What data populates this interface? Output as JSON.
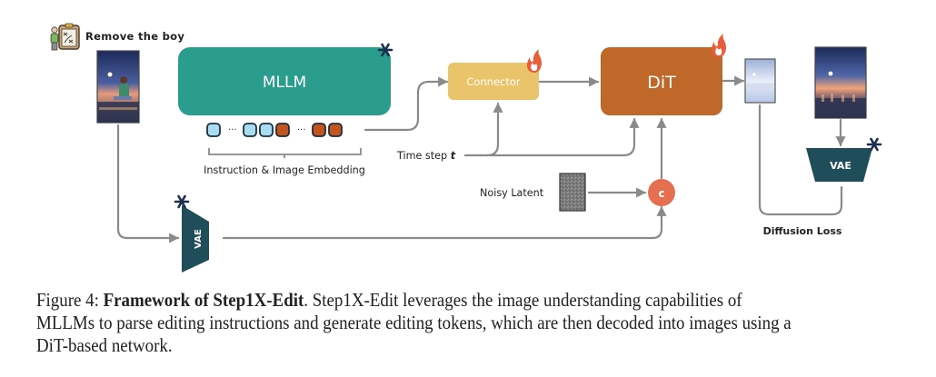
{
  "figure": {
    "instruction_text": "Remove the boy",
    "mllm_label": "MLLM",
    "connector_label": "Connector",
    "dit_label": "DiT",
    "vae_input_label": "VAE",
    "vae_target_label": "VAE",
    "concat_label": "c",
    "embedding_label": "Instruction & Image Embedding",
    "timestep_label": "Time step",
    "timestep_var": "t",
    "noisy_latent_label": "Noisy Latent",
    "diffusion_loss_label": "Diffusion Loss",
    "embedding_tokens": [
      "instruction",
      "ellipsis",
      "instruction",
      "instruction",
      "image",
      "ellipsis",
      "image",
      "image"
    ],
    "frozen_modules": [
      "MLLM",
      "VAE (input)",
      "VAE (target)"
    ],
    "trainable_modules": [
      "Connector",
      "DiT"
    ],
    "colors": {
      "mllm": "#2a9d8f",
      "connector": "#e9c46a",
      "dit": "#c0672a",
      "vae": "#1f4e5a",
      "concat": "#e76f51",
      "instruction_token": "#a8dcf0",
      "image_token": "#c4541c",
      "arrow": "#8a8a8a"
    }
  },
  "caption": {
    "prefix": "Figure 4: ",
    "title": "Framework of Step1X-Edit",
    "body": ". Step1X-Edit leverages the image understanding capabilities of MLLMs to parse editing instructions and generate editing tokens, which are then decoded into images using a DiT-based network."
  }
}
